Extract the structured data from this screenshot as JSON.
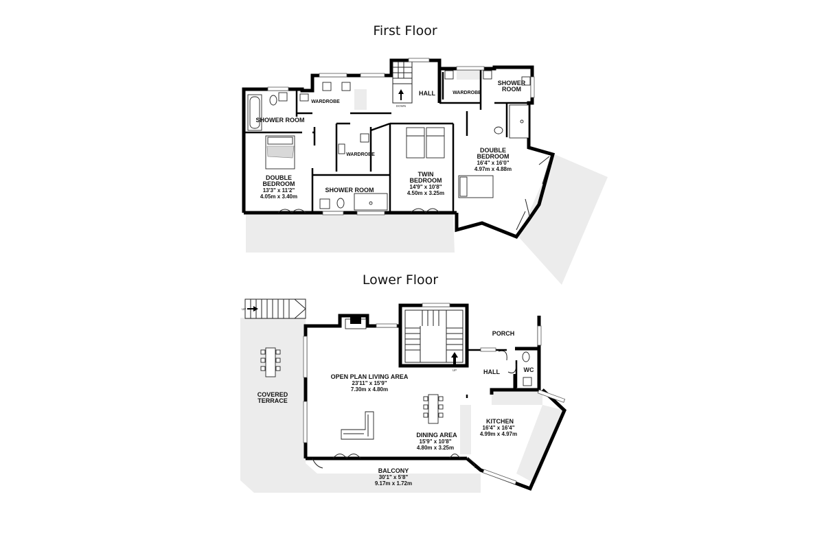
{
  "floors": {
    "first": {
      "title": "First Floor",
      "rooms": {
        "shower_room_left": {
          "name": "SHOWER ROOM"
        },
        "wardrobe_top": {
          "name": "WARDROBE"
        },
        "hall": {
          "name": "HALL",
          "stair_text": "DOWN"
        },
        "wardrobe_right": {
          "name": "WARDROBE"
        },
        "shower_room_right": {
          "name_line1": "SHOWER",
          "name_line2": "ROOM"
        },
        "wardrobe_mid": {
          "name": "WARDROBE"
        },
        "double_bedroom_left": {
          "name_line1": "DOUBLE",
          "name_line2": "BEDROOM",
          "dim_imperial": "13'3\"  x 11'2\"",
          "dim_metric": "4.05m  x 3.40m"
        },
        "shower_room_mid": {
          "name": "SHOWER ROOM"
        },
        "twin_bedroom": {
          "name_line1": "TWIN",
          "name_line2": "BEDROOM",
          "dim_imperial": "14'9\"  x 10'8\"",
          "dim_metric": "4.50m  x 3.25m"
        },
        "double_bedroom_right": {
          "name_line1": "DOUBLE",
          "name_line2": "BEDROOM",
          "dim_imperial": "16'4\"  x 16'0\"",
          "dim_metric": "4.97m  x 4.88m"
        }
      }
    },
    "lower": {
      "title": "Lower Floor",
      "rooms": {
        "stairs_outside": {
          "stair_text": "UP"
        },
        "covered_terrace": {
          "name_line1": "COVERED",
          "name_line2": "TERRACE"
        },
        "open_plan": {
          "name": "OPEN PLAN LIVING AREA",
          "dim_imperial": "23'11\"  x 15'9\"",
          "dim_metric": "7.30m  x 4.80m"
        },
        "inner_stairs": {
          "stair_text": "UP"
        },
        "porch": {
          "name": "PORCH"
        },
        "hall": {
          "name": "HALL"
        },
        "wc": {
          "name": "WC"
        },
        "kitchen": {
          "name": "KITCHEN",
          "dim_imperial": "16'4\"  x 16'4\"",
          "dim_metric": "4.99m  x 4.97m"
        },
        "dining": {
          "name": "DINING AREA",
          "dim_imperial": "15'9\"  x 10'8\"",
          "dim_metric": "4.80m  x 3.25m"
        },
        "balcony": {
          "name": "BALCONY",
          "dim_imperial": "30'1\"  x 5'8\"",
          "dim_metric": "9.17m  x 1.72m"
        }
      }
    }
  }
}
